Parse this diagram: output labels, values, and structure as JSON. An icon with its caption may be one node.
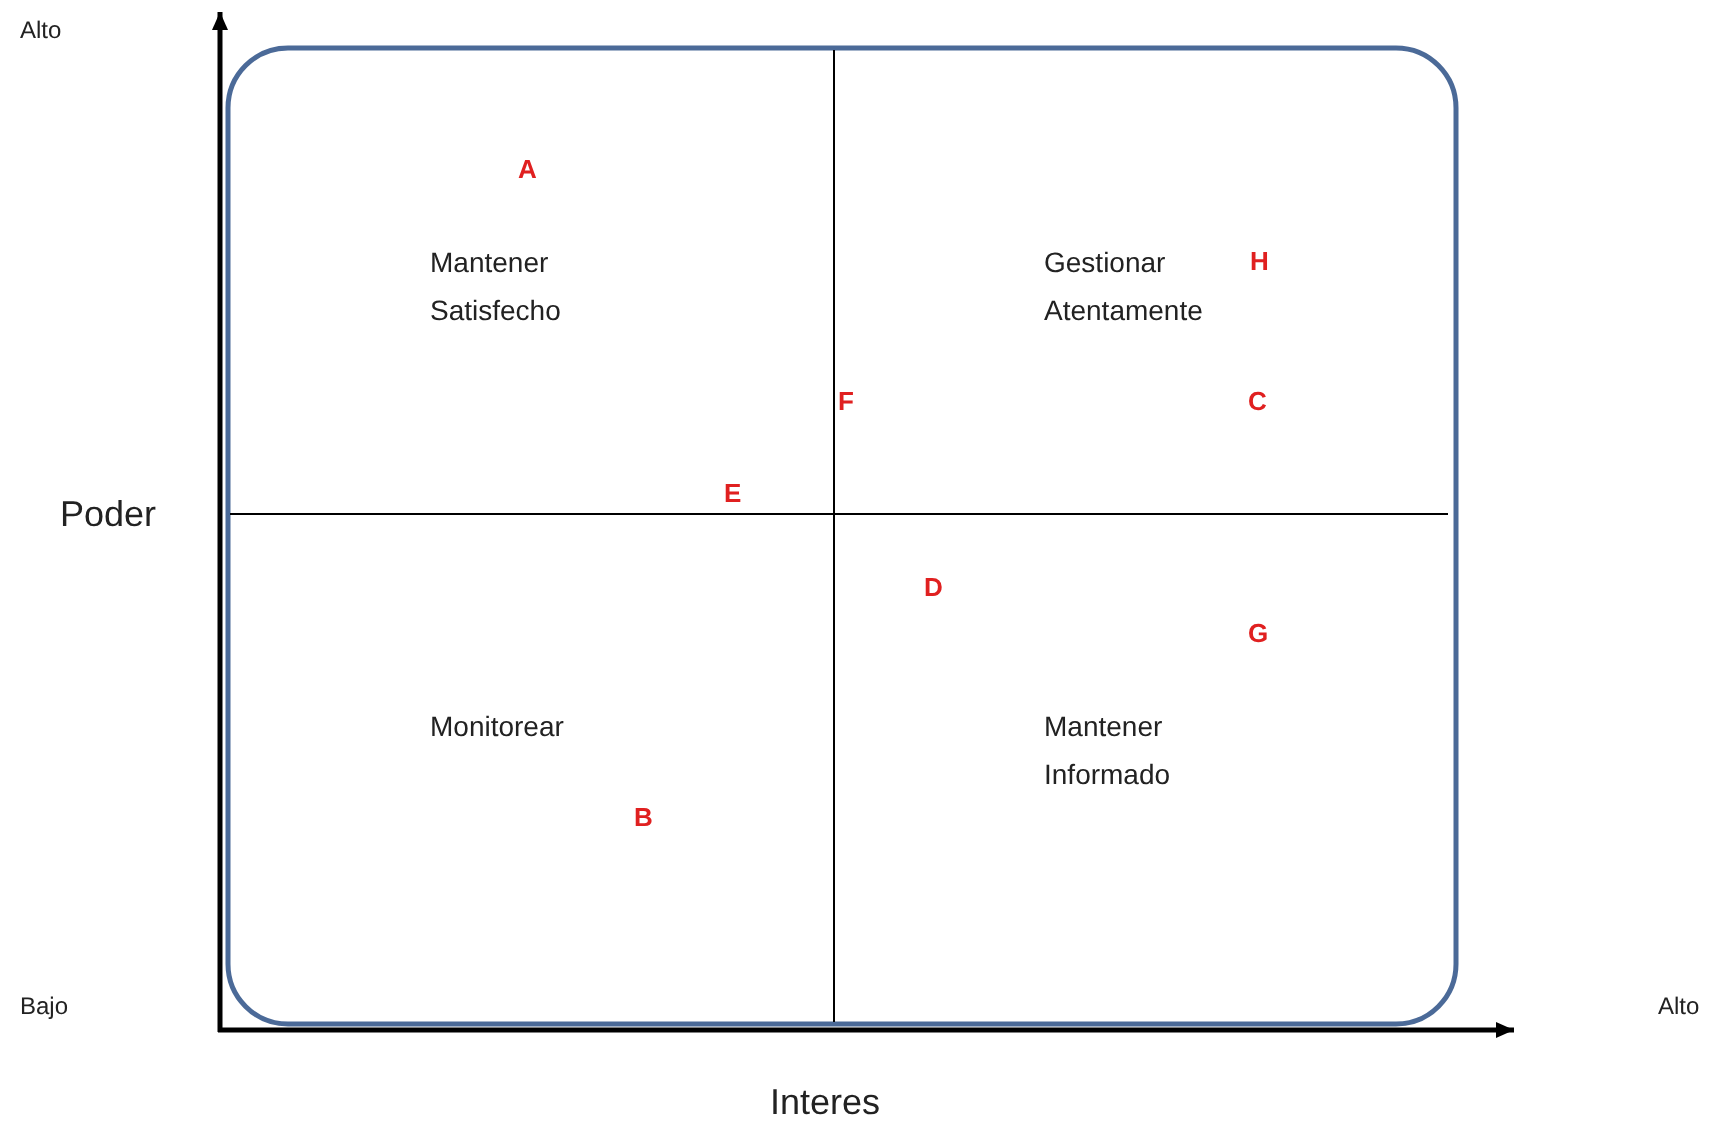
{
  "diagram": {
    "labels": [
      "Alto",
      "A",
      "Mantener Satisfecho",
      "Gestionar Atentamente",
      "H",
      "F",
      "C",
      "Poder",
      "E",
      "D",
      "G",
      "Monitorear",
      "Mantener Informado",
      "B",
      "Bajo",
      "Alto",
      "Interes"
    ]
  }
}
